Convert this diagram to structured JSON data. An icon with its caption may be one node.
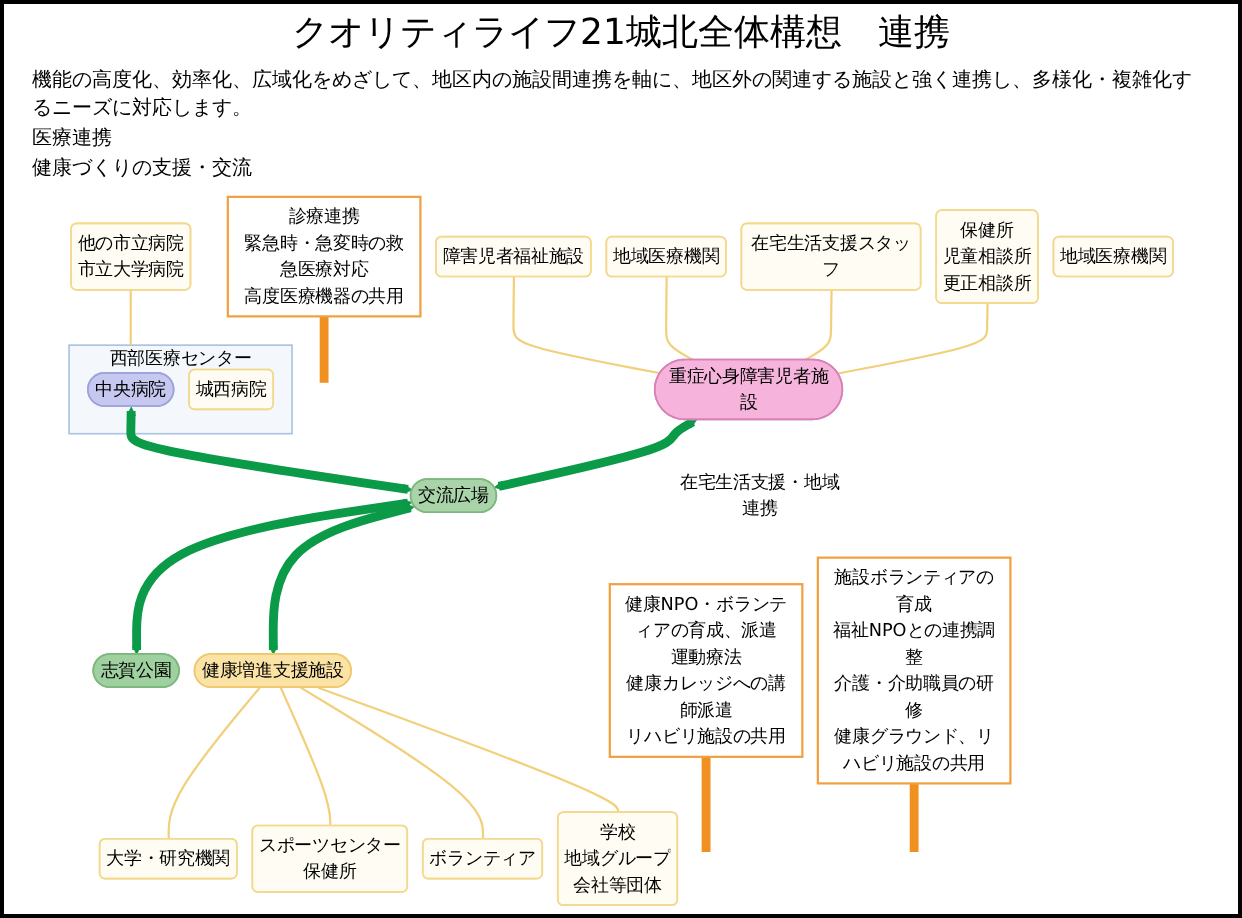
{
  "diagram": {
    "title": "クオリティライフ21城北全体構想　連携",
    "nodes": [
      {
        "text": [
          "重症心身障害児者施設"
        ],
        "beside": [
          "在宅生活支援・地域連携"
        ]
      },
      {
        "text": [
          "交流広場"
        ]
      },
      {
        "text": [
          "志賀公園"
        ]
      },
      {
        "text": [
          "健康増進支援施設"
        ]
      },
      {
        "text": [
          "西部医療センター"
        ]
      },
      {
        "text": [
          "中央病院"
        ],
        "in": 4
      },
      {
        "text": [
          "城西病院"
        ],
        "in": 4
      },
      {
        "text": [
          "保健所",
          "児童相談所",
          "更正相談所"
        ]
      },
      {
        "text": [
          "在宅生活支援スタッフ"
        ]
      },
      {
        "text": [
          "地域医療機関"
        ]
      },
      {
        "text": [
          "障害児者福祉施設"
        ]
      },
      {
        "text": [
          "診療連携",
          "緊急時・急変時の救急医療対応",
          "高度医療機器の共用"
        ]
      },
      {
        "text": [
          "他の市立病院",
          "市立大学病院"
        ]
      },
      {
        "text": [
          "地域医療機関"
        ]
      },
      {
        "text": [
          "健康NPO・ボランティアの育成、派遣",
          "運動療法",
          "健康カレッジへの講師派遣",
          "リハビリ施設の共用"
        ]
      },
      {
        "text": [
          "施設ボランティアの育成",
          "福祉NPOとの連携調整",
          "介護・介助職員の研修",
          "健康グラウンド、リハビリ施設の共用"
        ]
      },
      {
        "text": [
          "大学・研究機関"
        ]
      },
      {
        "text": [
          "スポーツセンター",
          "保健所"
        ]
      },
      {
        "text": [
          "ボランティア"
        ]
      },
      {
        "text": [
          "学校",
          "地域グループ",
          "会社等団体"
        ]
      }
    ],
    "edges": [
      {
        "from": 7,
        "to": 0,
        "arrow": "none",
        "color": "#f2cf7a"
      },
      {
        "from": 8,
        "to": 0,
        "arrow": "none",
        "color": "#f2cf7a"
      },
      {
        "from": 9,
        "to": 0,
        "arrow": "none",
        "color": "#f2cf7a"
      },
      {
        "from": 10,
        "to": 0,
        "arrow": "none",
        "color": "#f2cf7a"
      },
      {
        "from": 12,
        "to": 4,
        "arrow": "none",
        "color": "#f2cf7a"
      },
      {
        "from": 0,
        "to": 1,
        "arrow": "both",
        "style": "thick",
        "color": "#0a9a48"
      },
      {
        "from": 5,
        "to": 1,
        "arrow": "both",
        "style": "thick",
        "color": "#0a9a48"
      },
      {
        "from": 1,
        "to": 2,
        "arrow": "both",
        "style": "thick",
        "color": "#0a9a48"
      },
      {
        "from": 1,
        "to": 3,
        "arrow": "both",
        "style": "thick",
        "color": "#0a9a48"
      },
      {
        "from": 11,
        "to": null,
        "arrow": "none",
        "style": "thick",
        "color": "#f09020"
      },
      {
        "from": 14,
        "to": null,
        "arrow": "none",
        "style": "thick",
        "color": "#f09020"
      },
      {
        "from": 15,
        "to": null,
        "arrow": "none",
        "style": "thick",
        "color": "#f09020"
      },
      {
        "from": 16,
        "to": 3,
        "arrow": "none",
        "color": "#f2cf7a"
      },
      {
        "from": 17,
        "to": 3,
        "arrow": "none",
        "color": "#f2cf7a"
      },
      {
        "from": 18,
        "to": 3,
        "arrow": "none",
        "color": "#f2cf7a"
      },
      {
        "from": 19,
        "to": 3,
        "arrow": "none",
        "color": "#f2cf7a"
      }
    ],
    "labels": [
      "機能の高度化、効率化、広域化をめざして、地区内の施設間連携を軸に、地区外の関連する施設と強く連携し、多様化・複雑化するニーズに対応します。",
      "医療連携",
      "健康づくりの支援・交流"
    ]
  }
}
